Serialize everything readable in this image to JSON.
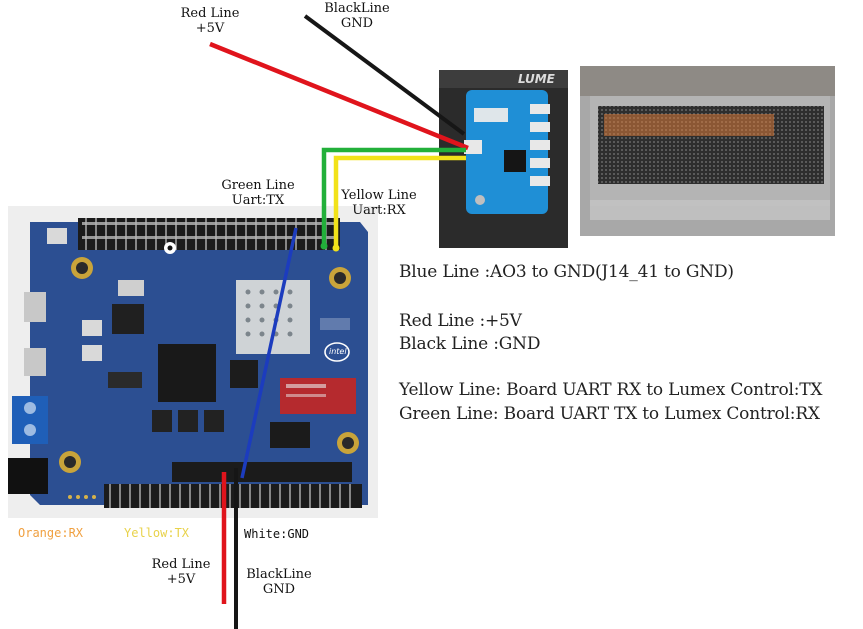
{
  "top_labels": {
    "red_line": "Red Line",
    "red_voltage": "+5V",
    "black_line": "BlackLine",
    "black_gnd": "GND",
    "green_line": "Green Line",
    "green_uart": "Uart:TX",
    "yellow_line": "Yellow Line",
    "yellow_uart": "Uart:RX"
  },
  "notes": {
    "blue": "Blue Line :AO3 to GND(J14_41 to GND)",
    "red": "Red Line :+5V",
    "black": "Black Line :GND",
    "yellow": "Yellow Line: Board UART RX  to Lumex Control:TX",
    "green": "Green Line: Board UART TX  to Lumex Control:RX"
  },
  "bottom_labels": {
    "orange": "Orange:RX",
    "yellow": "Yellow:TX",
    "white": "White:GND",
    "red_line": "Red Line",
    "red_voltage": "+5V",
    "black_line": "BlackLine",
    "black_gnd": "GND"
  },
  "board": {
    "brand": "intel",
    "controller_brand": "LUME"
  },
  "colors": {
    "red_wire": "#e0141c",
    "black_wire": "#161616",
    "green_wire": "#22b03a",
    "yellow_wire": "#f2e21a",
    "blue_wire": "#1c3cbe",
    "orange_text": "#f0a040",
    "yellow_text": "#e8d24a",
    "board_blue": "#2c4f92"
  }
}
